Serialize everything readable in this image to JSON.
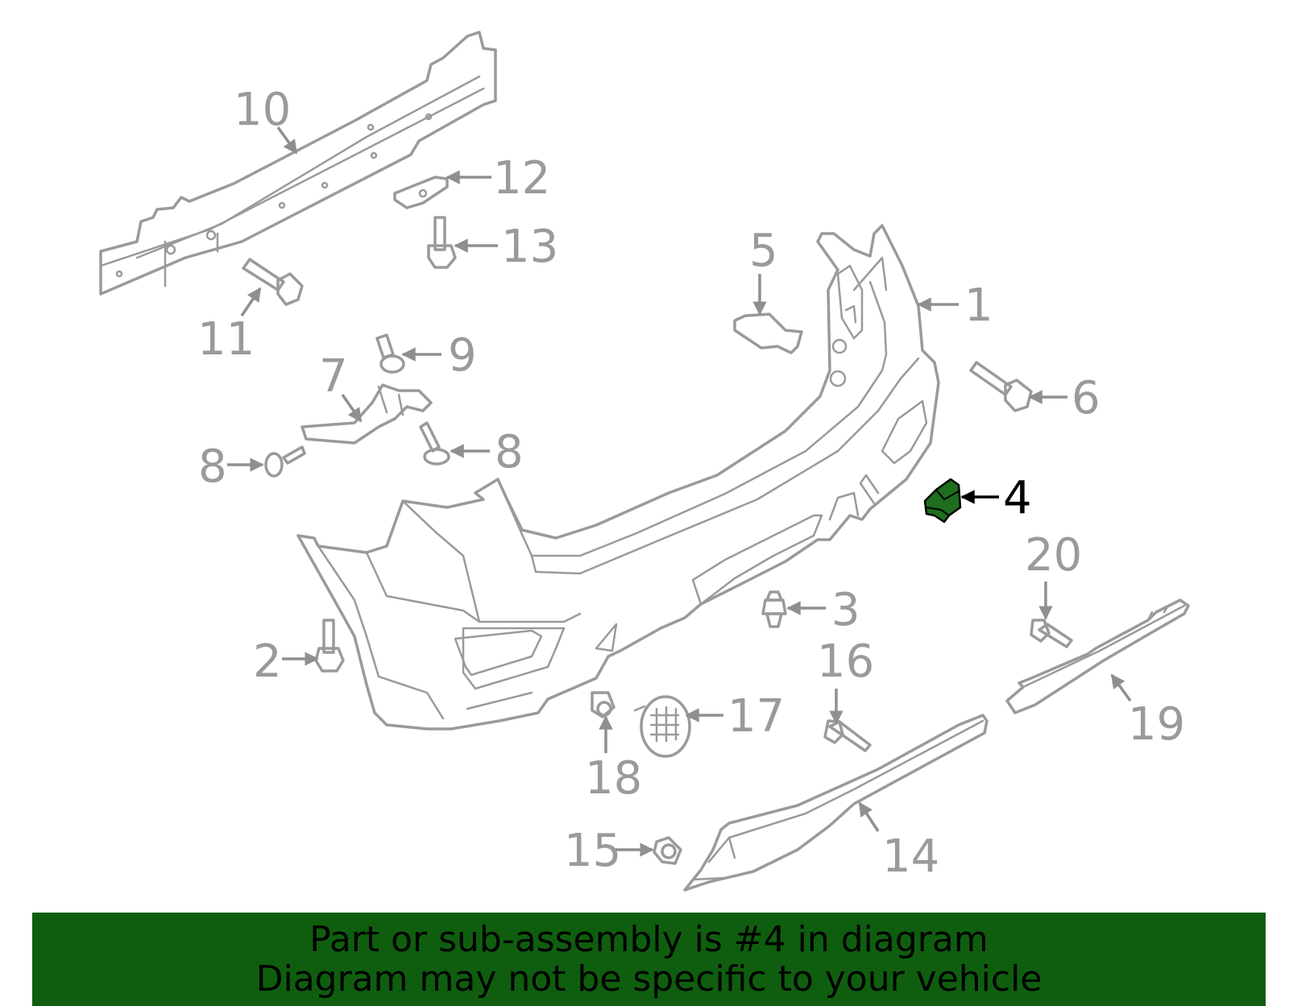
{
  "callouts": {
    "c1": "1",
    "c2": "2",
    "c3": "3",
    "c4": "4",
    "c5": "5",
    "c6": "6",
    "c7": "7",
    "c8a": "8",
    "c8b": "8",
    "c9": "9",
    "c10": "10",
    "c11": "11",
    "c12": "12",
    "c13": "13",
    "c14": "14",
    "c15": "15",
    "c16": "16",
    "c17": "17",
    "c18": "18",
    "c19": "19",
    "c20": "20"
  },
  "highlighted_part": "4",
  "colors": {
    "highlight_fill": "#1e6e1e",
    "line_gray": "#9a9a9a",
    "banner_bg": "#0f5e0f",
    "banner_text": "#000000"
  },
  "banner": {
    "line1": "Part or sub-assembly is #4 in diagram",
    "line2": "Diagram may not be specific to your vehicle"
  }
}
